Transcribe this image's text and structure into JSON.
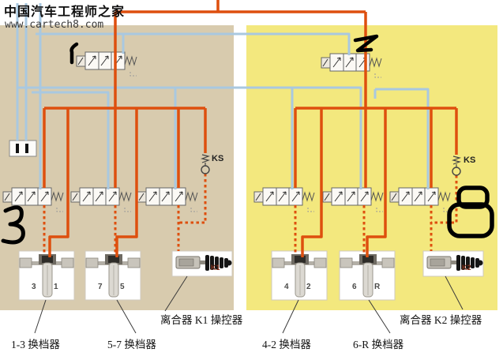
{
  "watermark": {
    "title": "中国汽车工程师之家",
    "url": "www.cartech8.com"
  },
  "handwritten_annotations": [
    {
      "label": "1",
      "target": "top-left-pressure-valve"
    },
    {
      "label": "2",
      "target": "top-right-pressure-valve"
    },
    {
      "label": "3",
      "target": "lower-left-shift-valve"
    },
    {
      "label": "8",
      "target": "lower-right-clutch-valve"
    }
  ],
  "sensor_labels": {
    "ks_left": "KS",
    "ks_right": "KS"
  },
  "clutch_labels": {
    "k1": "K1",
    "k2": "K2"
  },
  "shifters": [
    {
      "left_gear": "3",
      "right_gear": "1",
      "caption": "1-3 换档器"
    },
    {
      "left_gear": "7",
      "right_gear": "5",
      "caption": "5-7 换档器"
    },
    {
      "left_gear": "4",
      "right_gear": "2",
      "caption": "4-2 换档器"
    },
    {
      "left_gear": "6",
      "right_gear": "R",
      "caption": "6-R 换档器"
    }
  ],
  "actuator_captions": {
    "k1": "离合器 K1 操控器",
    "k2": "离合器 K2 操控器"
  },
  "colors": {
    "region_left_bg": "#d8cbae",
    "region_right_bg": "#f3e87e",
    "hydraulic_pressure_line": "#de4f0e",
    "pilot_line_blue": "#a9c8e0",
    "controlled_pressure_dashed": "#de4f0e",
    "handwriting": "#000000"
  }
}
